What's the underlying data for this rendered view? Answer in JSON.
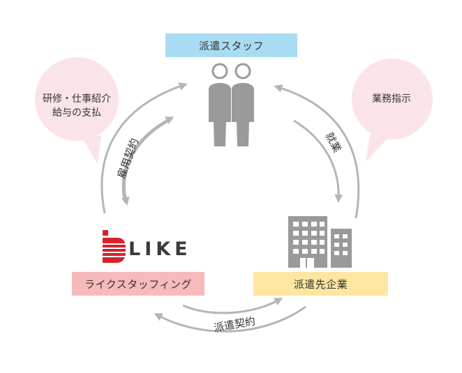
{
  "nodes": {
    "staff": {
      "label": "派遣スタッフ",
      "color": "#a9dcf2"
    },
    "like": {
      "label": "ライクスタッフィング",
      "color": "#f7babb"
    },
    "client": {
      "label": "派遣先企業",
      "color": "#fde7a0"
    }
  },
  "bubbles": {
    "left": {
      "line1": "研修・仕事紹介",
      "line2": "給与の支払",
      "color": "#fbe4e7"
    },
    "right": {
      "text": "業務指示",
      "color": "#fbe4e7"
    }
  },
  "arrows": {
    "employment": "雇用契約",
    "work": "就業",
    "dispatch": "派遣契約"
  },
  "logo": {
    "text": "LIKE",
    "color": "#d7222b"
  },
  "icons": [
    "staff-people-icon",
    "client-building-icon",
    "like-logo-icon"
  ],
  "colors": {
    "arrow": "#b5b5b5",
    "icon": "#9a9a9a"
  }
}
